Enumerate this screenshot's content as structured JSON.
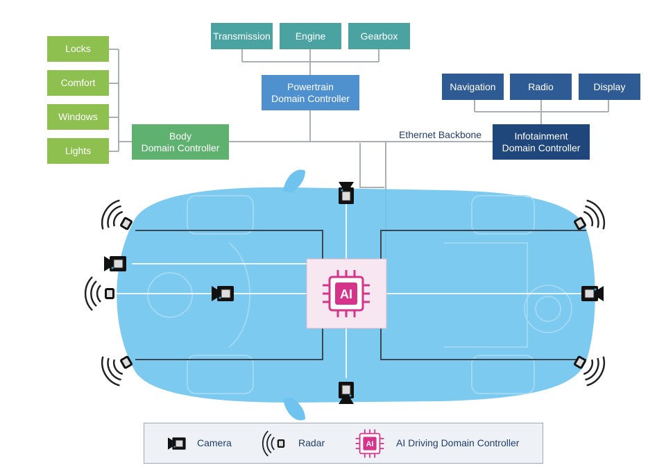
{
  "body_inputs": [
    "Locks",
    "Comfort",
    "Windows",
    "Lights"
  ],
  "body_controller": "Body\nDomain Controller",
  "powertrain_inputs": [
    "Transmission",
    "Engine",
    "Gearbox"
  ],
  "powertrain_controller": "Powertrain\nDomain Controller",
  "infotainment_inputs": [
    "Navigation",
    "Radio",
    "Display"
  ],
  "infotainment_controller": "Infotainment\nDomain Controller",
  "backbone_label": "Ethernet Backbone",
  "ai_chip_label": "AI",
  "legend": {
    "camera": "Camera",
    "radar": "Radar",
    "ai": "AI Driving Domain Controller"
  },
  "colors": {
    "body_inputs": "#8dc04f",
    "body_controller": "#5fb16f",
    "powertrain_inputs": "#4aa3a0",
    "powertrain_controller": "#4f90cf",
    "infotainment_inputs": "#2f5b94",
    "infotainment_controller": "#1f477c",
    "car_body": "#6ec4ee",
    "ai_accent": "#d6338a"
  },
  "icons": [
    "camera-icon",
    "radar-icon",
    "ai-chip-icon"
  ]
}
